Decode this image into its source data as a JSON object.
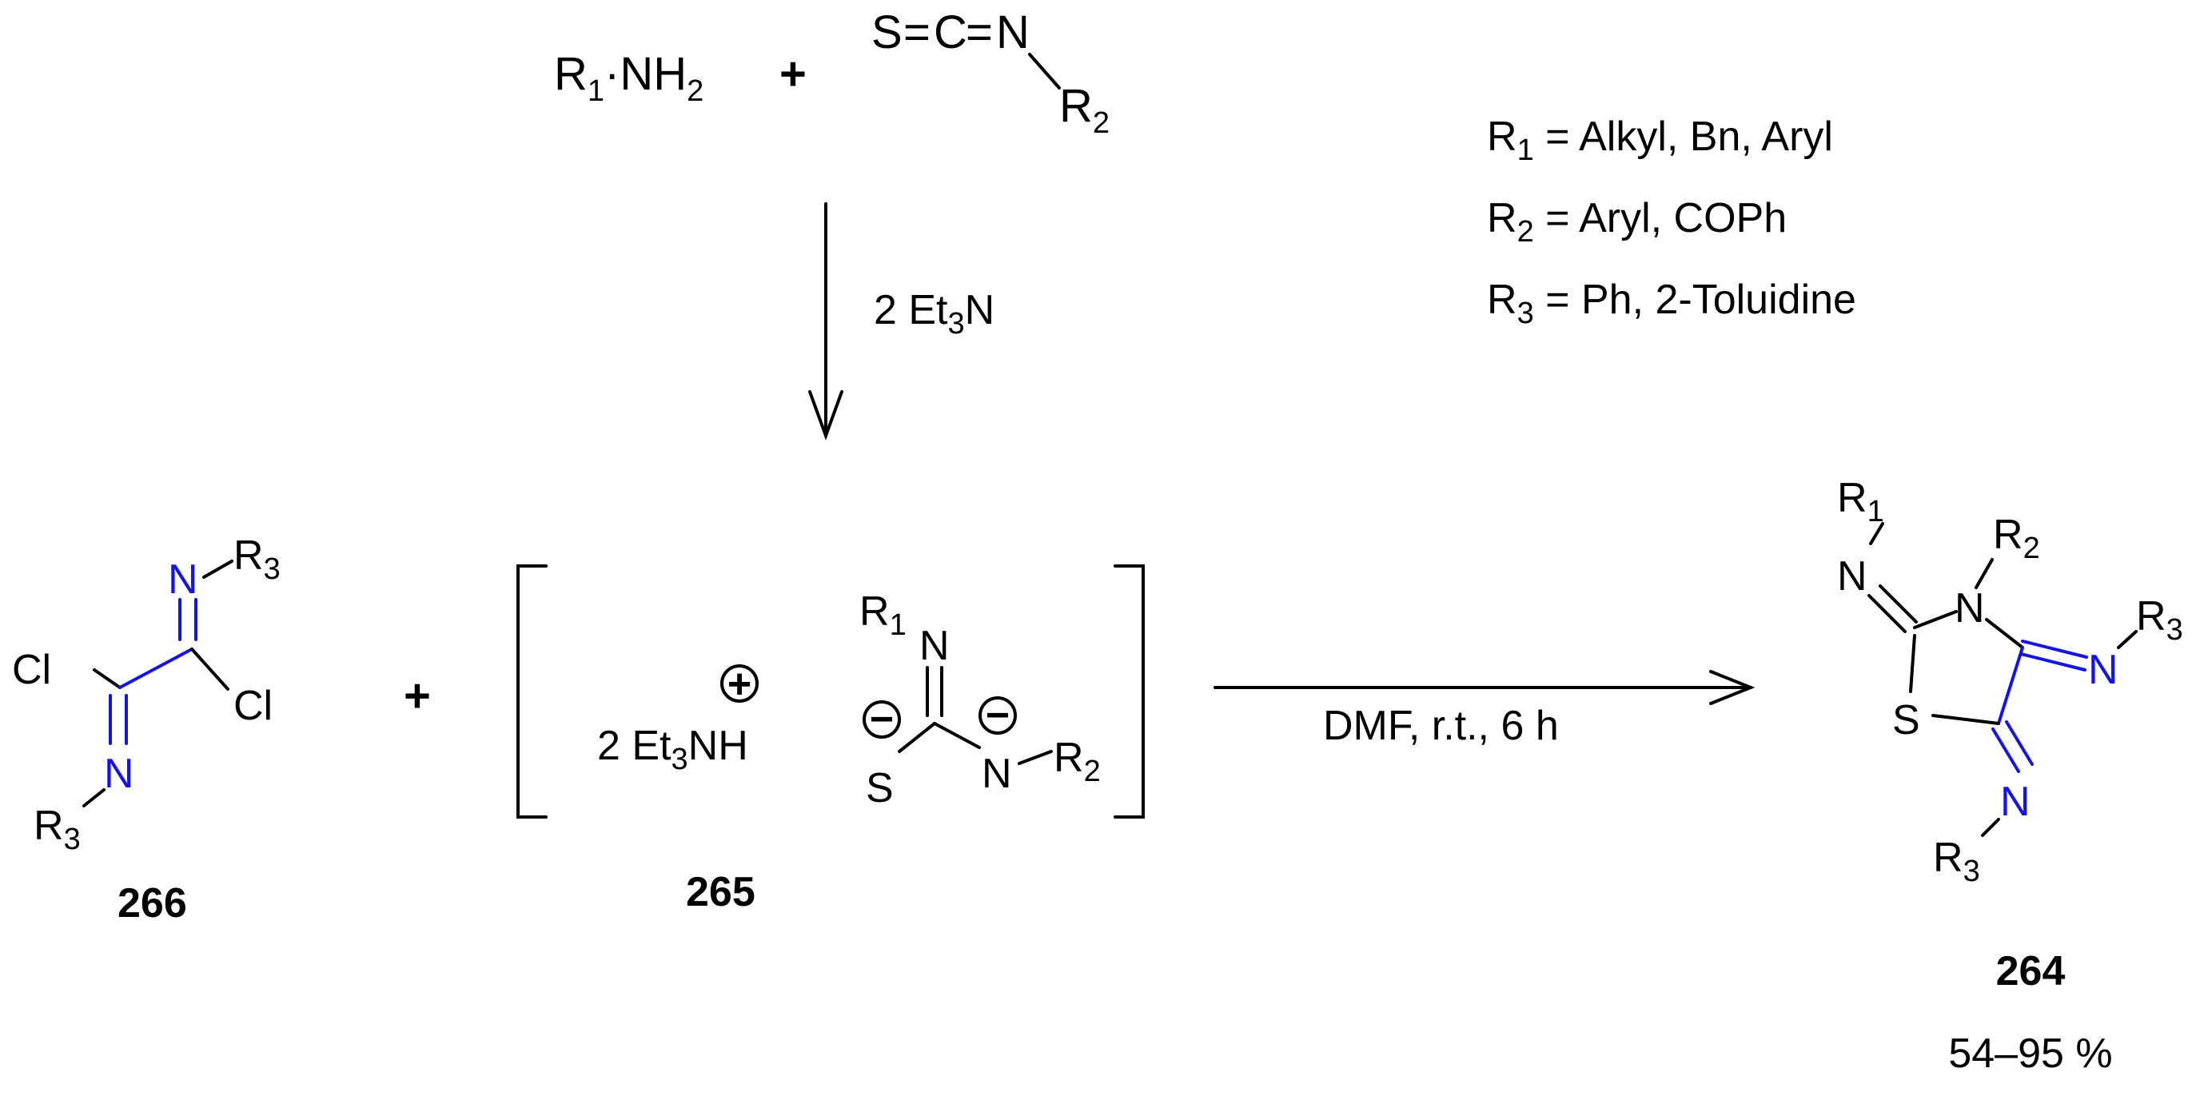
{
  "reagents": {
    "amine": {
      "r": "R",
      "r_sub": "1",
      "rest": "·NH",
      "rest_sub": "2"
    },
    "plus": "+",
    "isothiocyanate": {
      "s": "S",
      "c": "C",
      "n": "N",
      "eq": "=",
      "r": "R",
      "r_sub": "2"
    }
  },
  "step1": {
    "coeff": "2 Et",
    "sub": "3",
    "tail": "N"
  },
  "definitions": [
    {
      "r": "R",
      "sub": "1",
      "text": " = Alkyl, Bn, Aryl"
    },
    {
      "r": "R",
      "sub": "2",
      "text": " = Aryl, COPh"
    },
    {
      "r": "R",
      "sub": "3",
      "text": " = Ph, 2-Toluidine"
    }
  ],
  "compound_266": {
    "label": "266",
    "cl": "Cl",
    "n": "N",
    "r": "R",
    "r_sub": "3"
  },
  "plus2": "+",
  "compound_265": {
    "label": "265",
    "cation": {
      "coeff": "2 Et",
      "sub": "3",
      "tail": "NH",
      "charge": "+"
    },
    "anion": {
      "r1": "R",
      "r1_sub": "1",
      "n": "N",
      "s": "S",
      "r2": "R",
      "r2_sub": "2",
      "charge": "−"
    }
  },
  "step2": {
    "conditions": "DMF, r.t., 6 h"
  },
  "compound_264": {
    "label": "264",
    "yield": "54–95 %",
    "n": "N",
    "s": "S",
    "r": "R",
    "r1_sub": "1",
    "r2_sub": "2",
    "r3_sub": "3"
  },
  "colors": {
    "highlight": "#1414e6",
    "ink": "#000000"
  }
}
